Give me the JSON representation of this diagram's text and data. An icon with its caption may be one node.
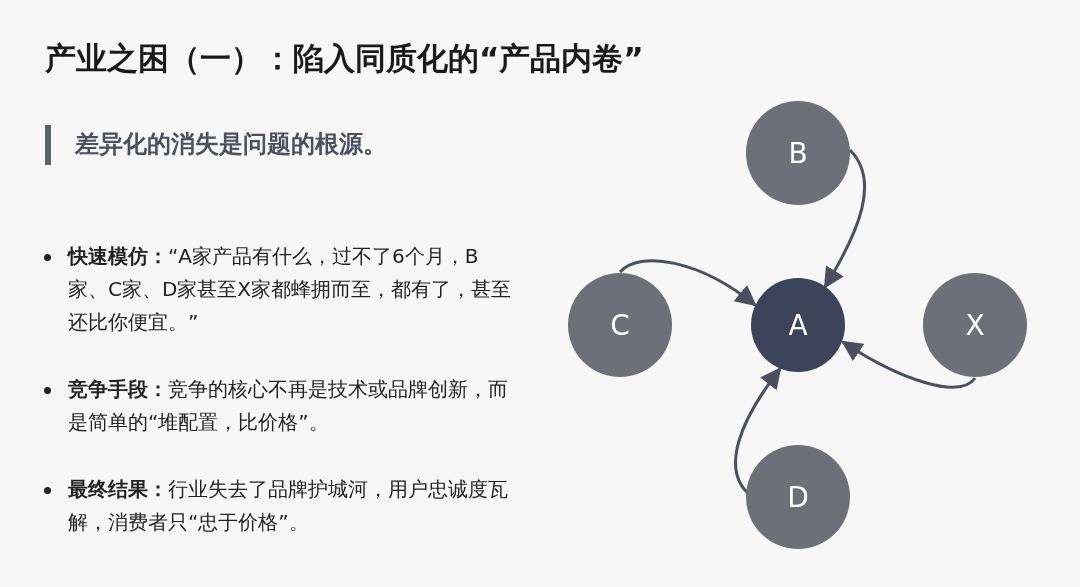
{
  "diagram": {
    "title": "产业之困（一）：陷入同质化的“产品内卷”",
    "nodes": [
      {
        "text": [
          "B"
        ]
      },
      {
        "text": [
          "C"
        ]
      },
      {
        "text": [
          "A"
        ]
      },
      {
        "text": [
          "X"
        ]
      },
      {
        "text": [
          "D"
        ]
      }
    ],
    "edges": [
      {
        "from": 0,
        "to": 2,
        "arrow": "to"
      },
      {
        "from": 1,
        "to": 2,
        "arrow": "to"
      },
      {
        "from": 3,
        "to": 2,
        "arrow": "to"
      },
      {
        "from": 4,
        "to": 2,
        "arrow": "to"
      }
    ],
    "labels": [
      "差异化的消失是问题的根源。",
      "**快速模仿：**“A家产品有什么，过不了6个月，B家、C家、D家甚至X家都蜂拥而至，都有了，甚至还比你便宜。”",
      "**竞争手段：**竞争的核心不再是技术或品牌创新，而是简单的“堆配置，比价格”。",
      "**最终结果：**行业失去了品牌护城河，用户忠诚度瓦解，消费者只“忠于价格”。"
    ]
  }
}
